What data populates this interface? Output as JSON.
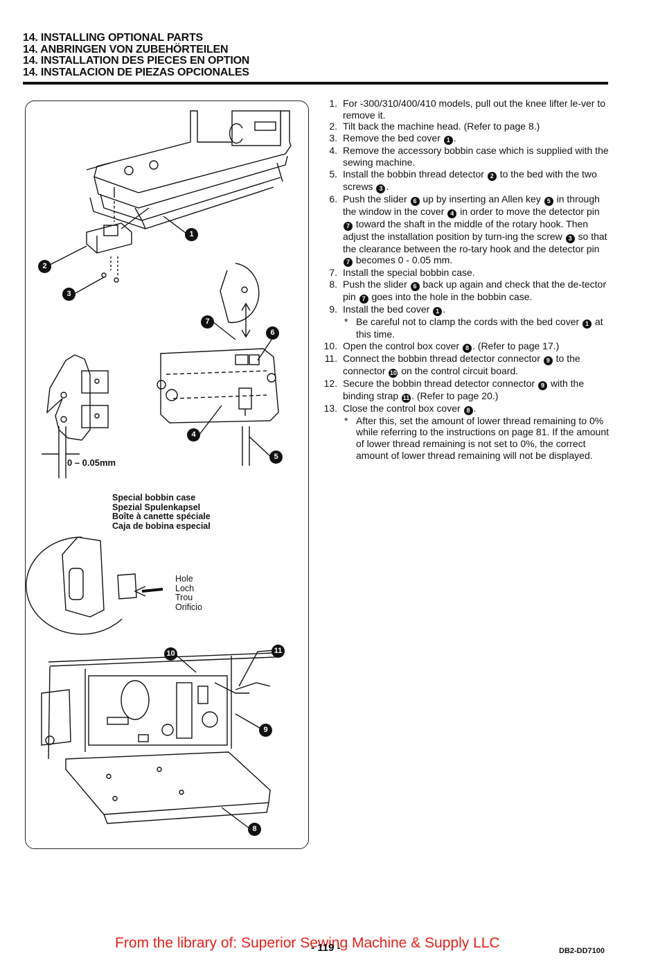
{
  "headings": [
    "14. INSTALLING OPTIONAL PARTS",
    "14. ANBRINGEN VON ZUBEHÖRTEILEN",
    "14. INSTALLATION DES PIECES EN OPTION",
    "14. INSTALACION DE PIEZAS OPCIONALES"
  ],
  "steps": [
    {
      "num": "1.",
      "parts": [
        "For -300/310/400/410 models, pull out the knee lifter le-ver to remove it."
      ]
    },
    {
      "num": "2.",
      "parts": [
        "Tilt back the machine head. (Refer to page 8.)"
      ]
    },
    {
      "num": "3.",
      "parts": [
        "Remove the bed cover ",
        {
          "m": "1"
        },
        "."
      ]
    },
    {
      "num": "4.",
      "parts": [
        "Remove the accessory bobbin case which is supplied with the sewing machine."
      ]
    },
    {
      "num": "5.",
      "parts": [
        "Install the bobbin thread detector ",
        {
          "m": "2"
        },
        " to the bed with the two screws ",
        {
          "m": "3"
        },
        "."
      ]
    },
    {
      "num": "6.",
      "parts": [
        "Push the slider ",
        {
          "m": "6"
        },
        " up by inserting an Allen key ",
        {
          "m": "5"
        },
        " in through the window in the cover ",
        {
          "m": "4"
        },
        " in order to move the detector pin ",
        {
          "m": "7"
        },
        " toward the shaft in the middle of the rotary hook. Then adjust the installation position by turn-ing the screw ",
        {
          "m": "3"
        },
        " so that the clearance between the ro-tary hook and the detector pin ",
        {
          "m": "7"
        },
        " becomes 0 - 0.05 mm."
      ]
    },
    {
      "num": "7.",
      "parts": [
        "Install the special bobbin case."
      ]
    },
    {
      "num": "8.",
      "parts": [
        "Push the slider ",
        {
          "m": "6"
        },
        " back up again and check that the de-tector pin ",
        {
          "m": "7"
        },
        " goes into the hole in the bobbin case."
      ]
    },
    {
      "num": "9.",
      "parts": [
        "Install the bed cover ",
        {
          "m": "1"
        },
        "."
      ]
    },
    {
      "note": true,
      "parts": [
        "Be careful not to clamp the cords with the bed cover ",
        {
          "m": "1"
        },
        " at this time."
      ]
    },
    {
      "num": "10.",
      "parts": [
        "Open the control box cover ",
        {
          "m": "8"
        },
        ". (Refer to page 17.)"
      ]
    },
    {
      "num": "11.",
      "parts": [
        "Connect the bobbin thread detector connector ",
        {
          "m": "9"
        },
        " to the connector ",
        {
          "m": "10"
        },
        " on the control circuit board."
      ]
    },
    {
      "num": "12.",
      "parts": [
        "Secure the bobbin thread detector connector ",
        {
          "m": "9"
        },
        " with the binding strap ",
        {
          "m": "11"
        },
        ". (Refer to page 20.)"
      ]
    },
    {
      "num": "13.",
      "parts": [
        "Close the control box cover ",
        {
          "m": "8"
        },
        "."
      ]
    },
    {
      "note": true,
      "parts": [
        "After this, set the amount of lower thread remaining to 0% while referring to the instructions on page 81. If the amount of lower thread remaining is not set to 0%, the correct amount of lower thread remaining will not be displayed."
      ]
    }
  ],
  "figure": {
    "clearance_label": "0 – 0.05mm",
    "special_bobbin_case": [
      "Special bobbin case",
      "Spezial Spulenkapsel",
      "Boîte à canette spéciale",
      "Caja de bobina especial"
    ],
    "hole": [
      "Hole",
      "Loch",
      "Trou",
      "Orificio"
    ],
    "callouts": [
      "1",
      "2",
      "3",
      "4",
      "5",
      "6",
      "7",
      "8",
      "9",
      "10",
      "11"
    ]
  },
  "footer": {
    "credit": "From the library of: Superior Sewing Machine & Supply LLC",
    "page_number": "- 119 -",
    "doc_code": "DB2-DD7100"
  }
}
